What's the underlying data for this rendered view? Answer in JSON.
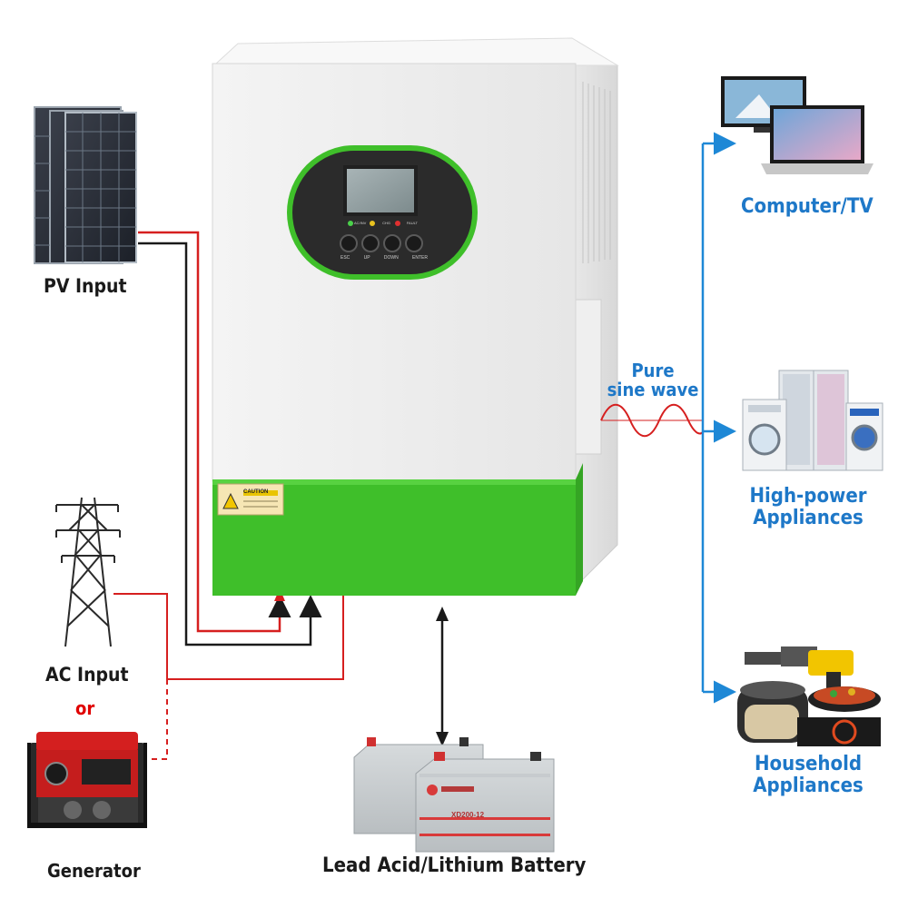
{
  "labels": {
    "pv_input": "PV Input",
    "ac_input": "AC Input",
    "or": "or",
    "generator": "Generator",
    "battery": "Lead Acid/Lithium Battery",
    "computer_tv": "Computer/TV",
    "high_power_line1": "High-power",
    "high_power_line2": "Appliances",
    "household_line1": "Household",
    "household_line2": "Appliances",
    "pure_line1": "Pure",
    "pure_line2": "sine wave"
  },
  "inverter": {
    "caution_label": "CAUTION",
    "button_labels": [
      "ESC",
      "UP",
      "DOWN",
      "ENTER"
    ],
    "indicator_labels": [
      "AC/INV",
      "CHG",
      "FAULT"
    ]
  },
  "battery_model": "XD200-12",
  "colors": {
    "accent_green": "#3fbf2a",
    "wire_red": "#d61f1f",
    "wire_black": "#1a1a1a",
    "arrow_blue": "#1e88d6",
    "label_blue": "#1e78c8"
  }
}
